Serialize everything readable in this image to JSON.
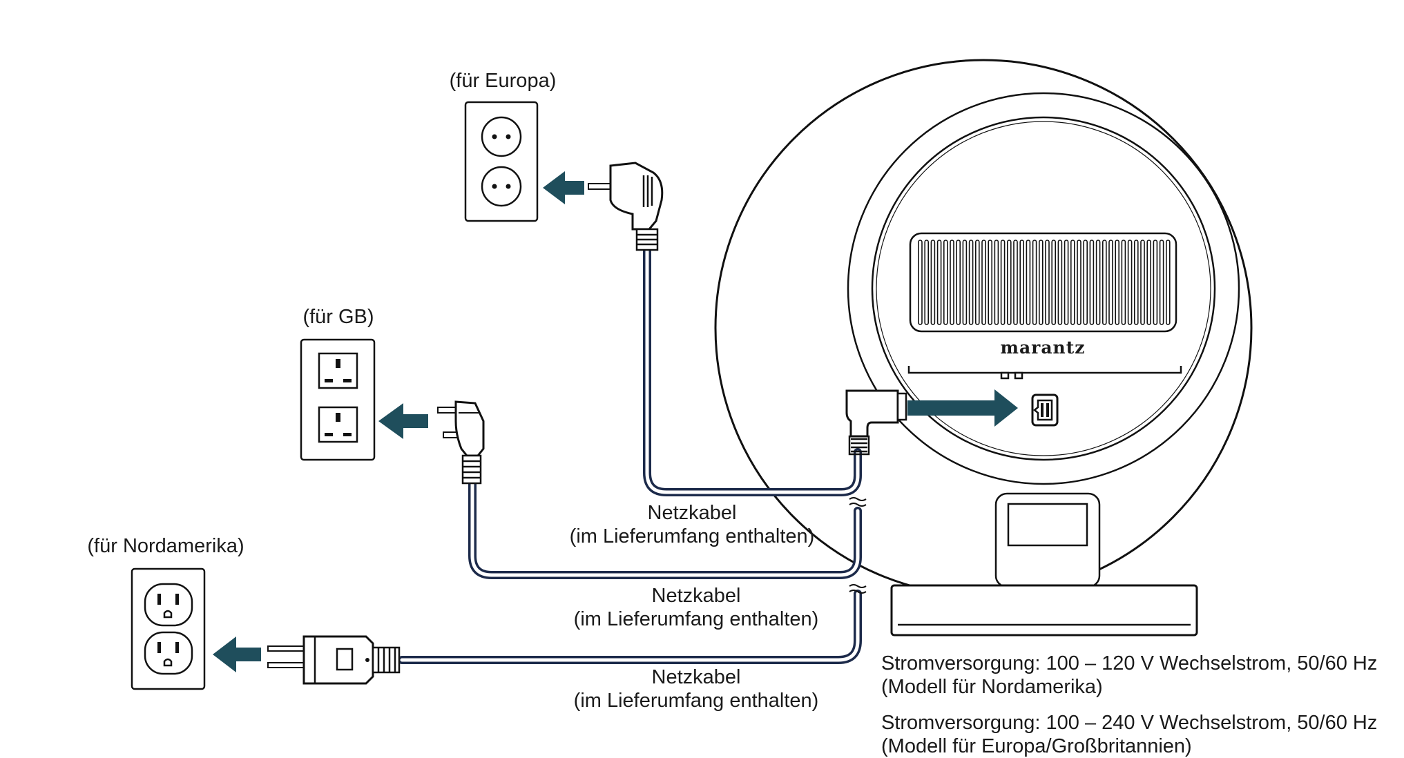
{
  "socket_labels": {
    "europe": "(für Europa)",
    "gb": "(für GB)",
    "north_america": "(für Nordamerika)"
  },
  "cable_labels": [
    {
      "line1": "Netzkabel",
      "line2": "(im Lieferumfang enthalten)"
    },
    {
      "line1": "Netzkabel",
      "line2": "(im Lieferumfang enthalten)"
    },
    {
      "line1": "Netzkabel",
      "line2": "(im Lieferumfang enthalten)"
    }
  ],
  "power_specs": [
    {
      "line1": "Stromversorgung: 100 – 120 V Wechselstrom, 50/60 Hz",
      "line2": "(Modell für Nordamerika)"
    },
    {
      "line1": "Stromversorgung: 100 – 240 V Wechselstrom, 50/60 Hz",
      "line2": "(Modell für Europa/Großbritannien)"
    }
  ],
  "brand_logo_text": "marantz",
  "colors": {
    "arrow": "#1f4e5c",
    "cable": "#1c2a4a"
  },
  "icons": [
    "eu-socket-icon",
    "uk-socket-icon",
    "us-socket-icon",
    "eu-plug-icon",
    "uk-plug-icon",
    "us-plug-icon",
    "iec-inlet-icon",
    "arrow-left-icon",
    "arrow-right-icon"
  ]
}
